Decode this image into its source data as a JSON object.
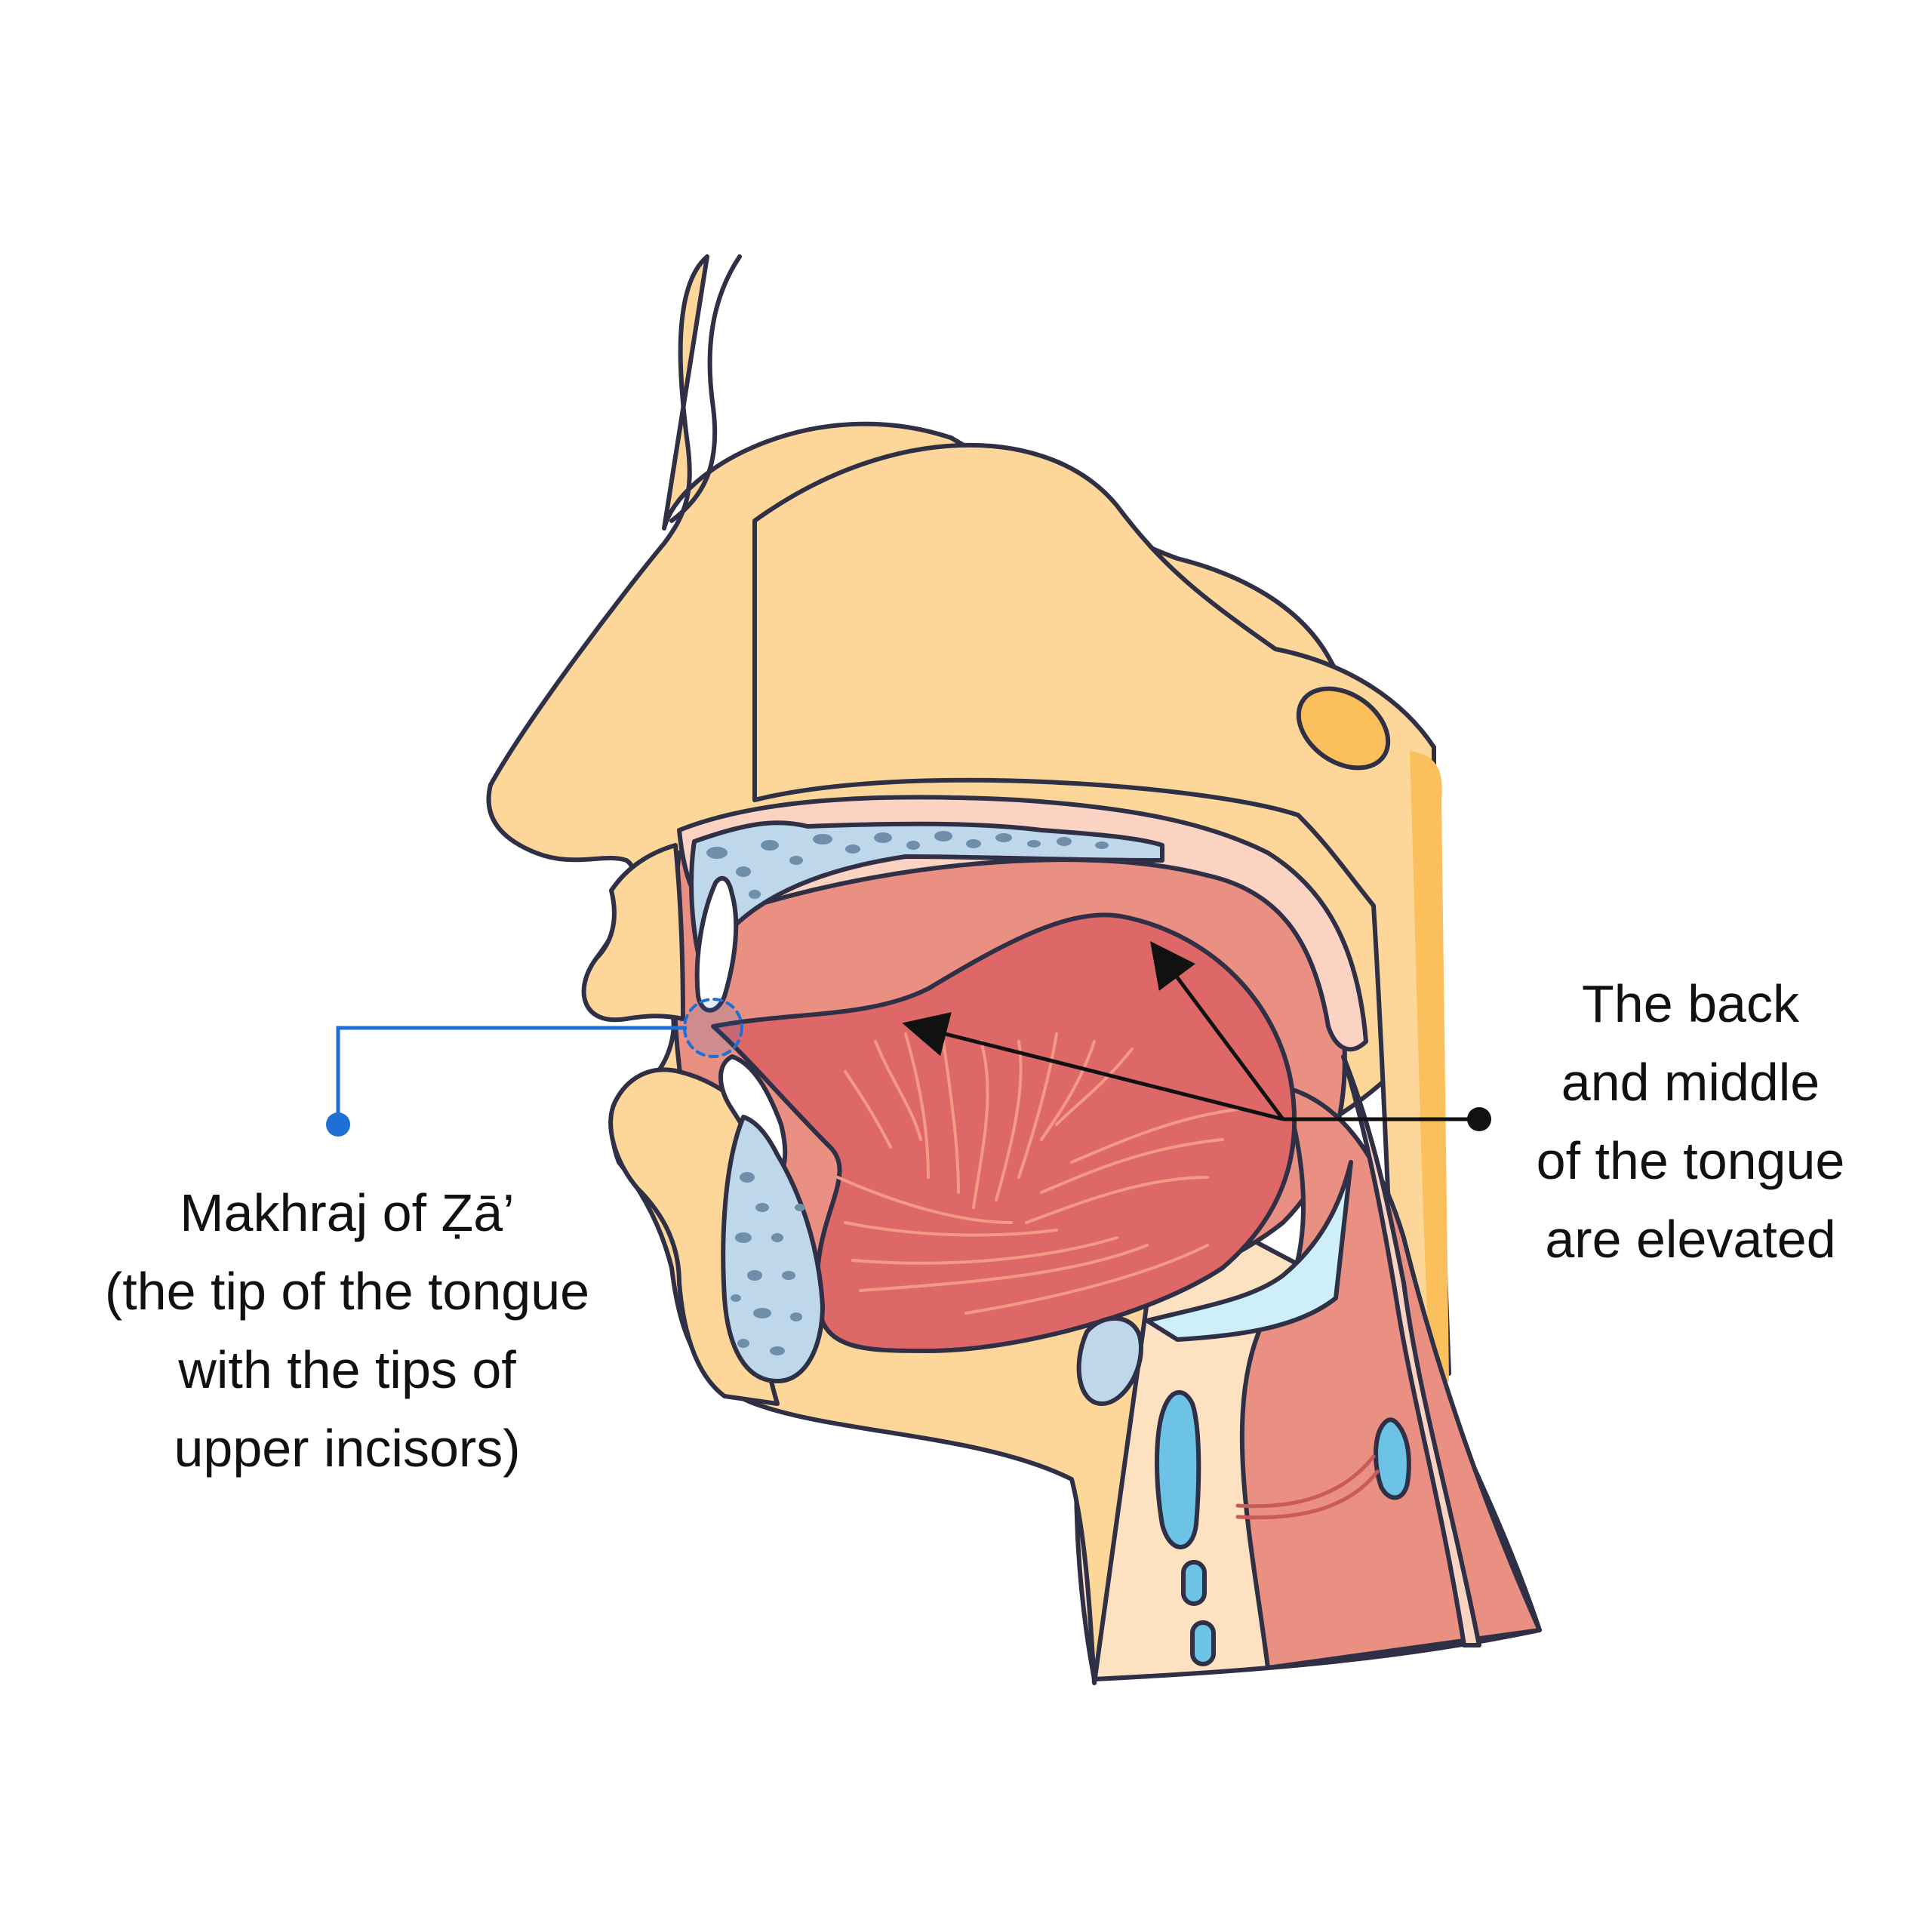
{
  "left_label": {
    "lines": [
      "Makhraj of Ẓā’",
      "(the tip of the tongue",
      "with the tips of",
      "upper incisors)"
    ]
  },
  "right_label": {
    "lines": [
      "The back",
      "and middle",
      "of the tongue",
      "are elevated"
    ]
  },
  "colors": {
    "skin": "#fdd79a",
    "skin_dark": "#fbc05c",
    "outline": "#2f2f45",
    "mucosa": "#fbd3c3",
    "tongue": "#de6868",
    "cavity": "#e99083",
    "bone": "#bfd7ea",
    "bone_spot": "#6e8eaa",
    "cartilage": "#6cc3e6",
    "cartilage_light": "#cdeff9",
    "callout_blue": "#1f6fd6",
    "arrow": "#111111"
  }
}
